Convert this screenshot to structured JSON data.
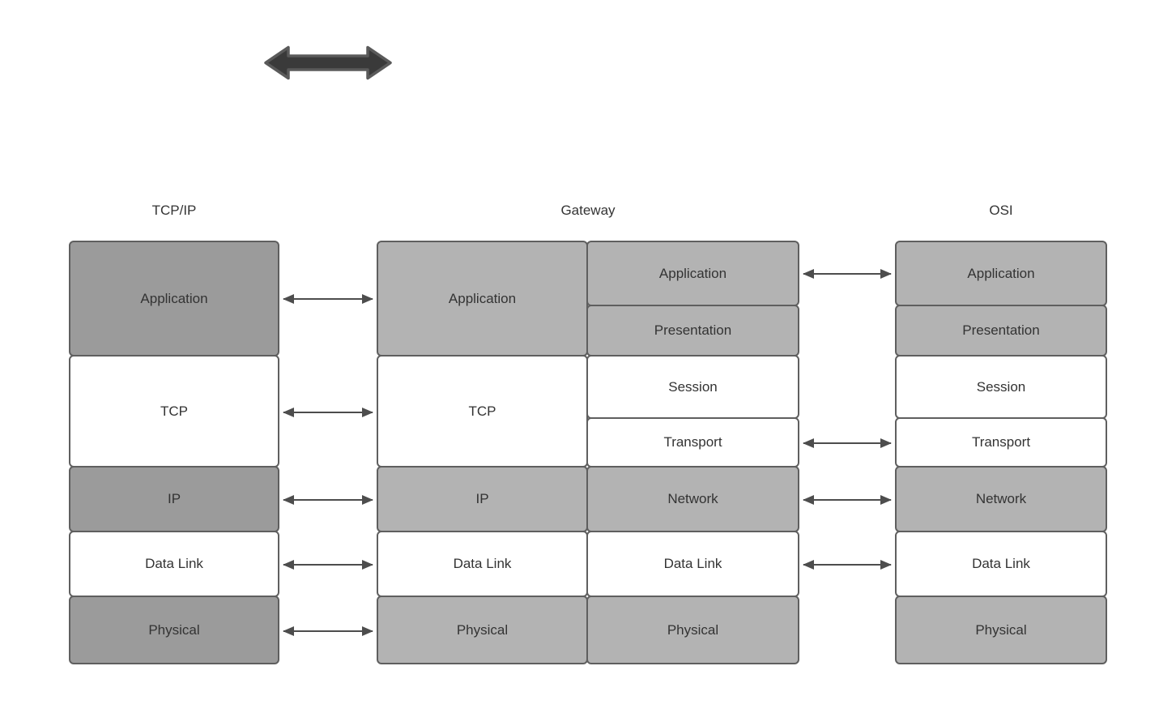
{
  "diagram": {
    "columns": [
      {
        "id": "tcpip",
        "header": "TCP/IP"
      },
      {
        "id": "gateway",
        "header": "Gateway"
      },
      {
        "id": "osi",
        "header": "OSI"
      }
    ],
    "stacks": [
      {
        "id": "tcpip",
        "layers": [
          {
            "label": "Application",
            "shade": "dark"
          },
          {
            "label": "TCP",
            "shade": "white"
          },
          {
            "label": "IP",
            "shade": "dark"
          },
          {
            "label": "Data Link",
            "shade": "white"
          },
          {
            "label": "Physical",
            "shade": "dark"
          }
        ]
      },
      {
        "id": "gateway_left",
        "layers": [
          {
            "label": "Application",
            "shade": "light"
          },
          {
            "label": "TCP",
            "shade": "white"
          },
          {
            "label": "IP",
            "shade": "light"
          },
          {
            "label": "Data Link",
            "shade": "white"
          },
          {
            "label": "Physical",
            "shade": "light"
          }
        ]
      },
      {
        "id": "gateway_right",
        "layers": [
          {
            "label": "Application",
            "shade": "light"
          },
          {
            "label": "Presentation",
            "shade": "light"
          },
          {
            "label": "Session",
            "shade": "white"
          },
          {
            "label": "Transport",
            "shade": "white"
          },
          {
            "label": "Network",
            "shade": "light"
          },
          {
            "label": "Data Link",
            "shade": "white"
          },
          {
            "label": "Physical",
            "shade": "light"
          }
        ]
      },
      {
        "id": "osi",
        "layers": [
          {
            "label": "Application",
            "shade": "light"
          },
          {
            "label": "Presentation",
            "shade": "light"
          },
          {
            "label": "Session",
            "shade": "white"
          },
          {
            "label": "Transport",
            "shade": "white"
          },
          {
            "label": "Network",
            "shade": "light"
          },
          {
            "label": "Data Link",
            "shade": "white"
          },
          {
            "label": "Physical",
            "shade": "light"
          }
        ]
      }
    ],
    "connections": {
      "left_gap_row_indices": [
        0,
        1,
        2,
        3,
        4
      ],
      "right_gap_row_indices": [
        0,
        3,
        4,
        5
      ]
    },
    "colors": {
      "dark_fill": "#9b9b9b",
      "light_fill": "#b3b3b3",
      "white_fill": "#ffffff",
      "border": "#5f5f5f",
      "text": "#333333",
      "arrow": "#4d4d4d",
      "thick_arrow_fill": "#3a3a3a",
      "thick_arrow_stroke": "#5a5a5a"
    }
  }
}
